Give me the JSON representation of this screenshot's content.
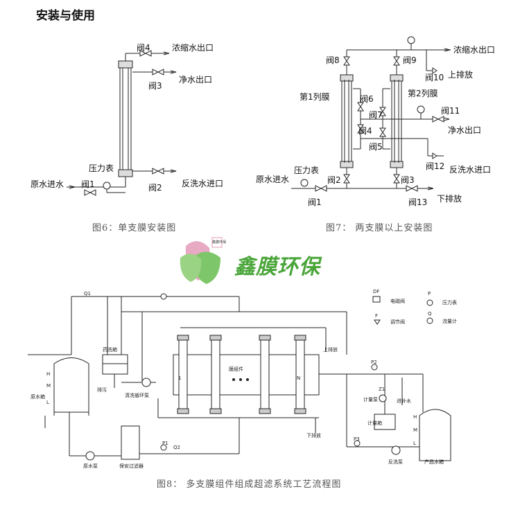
{
  "section_title": "安装与使用",
  "fig6": {
    "valve4": "阀4",
    "concentrate_outlet": "浓缩水出口",
    "valve3": "阀3",
    "clean_outlet": "净水出口",
    "pressure_gauge": "压力表",
    "raw_inlet": "原水进水",
    "valve1": "阀1",
    "valve2": "阀2",
    "backwash_inlet": "反洗水进口",
    "caption": "图6：单支膜安装图"
  },
  "fig7": {
    "valve8": "阀8",
    "valve9": "阀9",
    "concentrate_outlet": "浓缩水出口",
    "valve10": "阀10",
    "top_drain": "上排放",
    "membrane1": "第1列膜",
    "membrane2": "第2列膜",
    "valve6": "阀6",
    "valve7": "阀7",
    "valve11": "阀11",
    "valve4": "阀4",
    "clean_outlet": "净水出口",
    "valve5": "阀5",
    "valve12": "阀12",
    "backwash_inlet": "反洗水进口",
    "pressure_gauge": "压力表",
    "raw_inlet": "原水进水",
    "valve2": "阀2",
    "valve3": "阀3",
    "valve1": "阀1",
    "valve13": "阀13",
    "bottom_drain": "下排放",
    "caption": "图7：  两支膜以上安装图"
  },
  "logo": {
    "text": "鑫膜环保",
    "stamp": "鑫膜环保"
  },
  "fig8": {
    "legend_df": "DF",
    "legend_df_text": "电磁阀",
    "legend_p": "P",
    "legend_p_text": "压力表",
    "legend_f": "F",
    "legend_f_text": "调节阀",
    "legend_q": "Q",
    "legend_q_text": "流量计",
    "q1": "Q1",
    "p1": "P1",
    "p2": "P2",
    "q2": "Q2",
    "p3": "P3",
    "z1": "Z1",
    "raw_tank": "原水箱",
    "h": "H",
    "m": "M",
    "l": "L",
    "chem_tank": "药洗箱",
    "drain": "排污",
    "clean_pump": "清洗循环泵",
    "security_filter": "保安过滤器",
    "raw_pump": "原水泵",
    "module": "膜组件",
    "n1": "1",
    "nN": "N",
    "top_drain": "上排放",
    "bottom_drain": "下排放",
    "metering_pump": "计量泵",
    "metering_tank": "计量箱",
    "refill": "进补水",
    "backwash_pump": "反洗泵",
    "product_tank": "产品水箱",
    "caption": "图8：  多支膜组件组成超滤系统工艺流程图"
  }
}
